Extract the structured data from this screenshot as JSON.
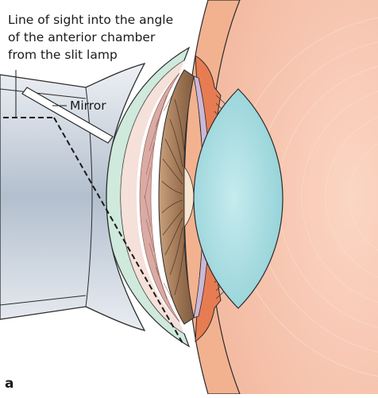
{
  "labels": {
    "line_of_sight_1": "Line of sight into the angle",
    "line_of_sight_2": "of the anterior chamber",
    "line_of_sight_3": "from the slit lamp",
    "mirror": "Mirror",
    "panel": "a"
  },
  "colors": {
    "background": "#ffffff",
    "eye_tissue": "#f7c9b4",
    "sclera_band": "#f4b18a",
    "cornea": "#d6ece0",
    "lens": "#a9dce0",
    "iris": "#9a7556",
    "gonioscope": "#b9c4d2",
    "mirror": "#ffffff",
    "outline": "#2b2b2b"
  }
}
